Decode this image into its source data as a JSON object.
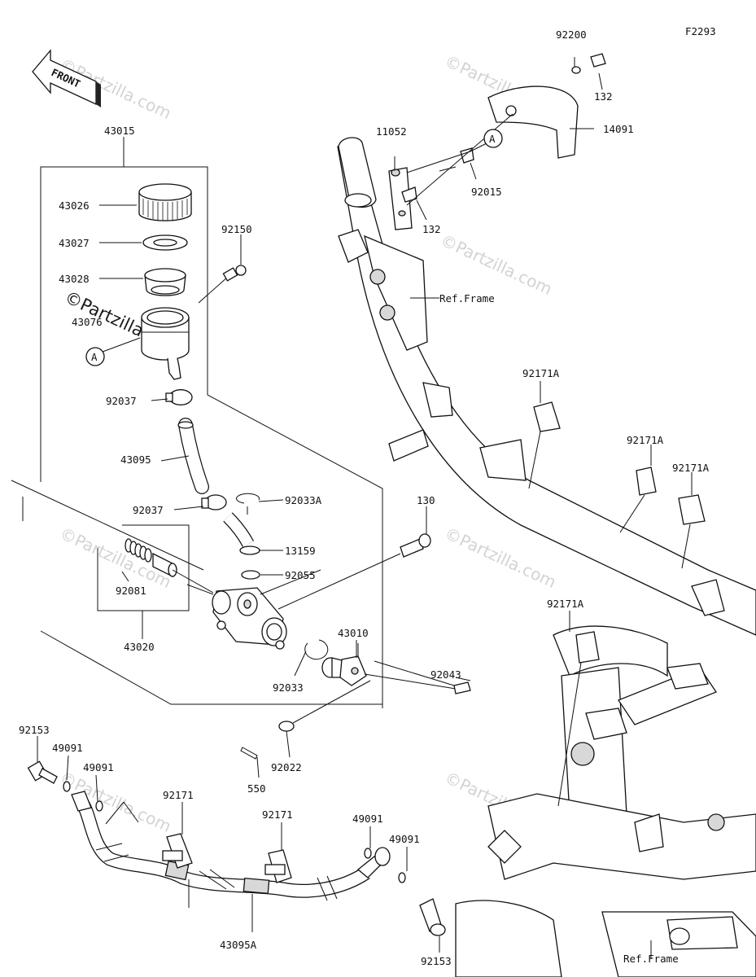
{
  "figure_code": "F2293",
  "front_label": "FRONT",
  "watermark_text": "©Partzilla.com",
  "callouts": {
    "p43015": "43015",
    "p43026": "43026",
    "p43027": "43027",
    "p43028": "43028",
    "p43076": "43076",
    "p92037a": "92037",
    "p43095": "43095",
    "p92037b": "92037",
    "p92033a": "92033A",
    "p13159": "13159",
    "p92055": "92055",
    "p92081": "92081",
    "p43020": "43020",
    "p92033": "92033",
    "p92150": "92150",
    "p130": "130",
    "p43010": "43010",
    "p92043": "92043",
    "p92022": "92022",
    "p550": "550",
    "p92153a": "92153",
    "p49091a": "49091",
    "p49091b": "49091",
    "p92171a": "92171",
    "p92171b": "92171",
    "p49091c": "49091",
    "p49091d": "49091",
    "p43095a": "43095A",
    "p92153b": "92153",
    "p92200": "92200",
    "p132a": "132",
    "p14091": "14091",
    "p11052": "11052",
    "p92015": "92015",
    "p132b": "132",
    "refframe1": "Ref.Frame",
    "p92171A_1": "92171A",
    "p92171A_2": "92171A",
    "p92171A_3": "92171A",
    "p92171A_4": "92171A",
    "refframe2": "Ref.Frame",
    "marker_a1": "A",
    "marker_a2": "A"
  }
}
